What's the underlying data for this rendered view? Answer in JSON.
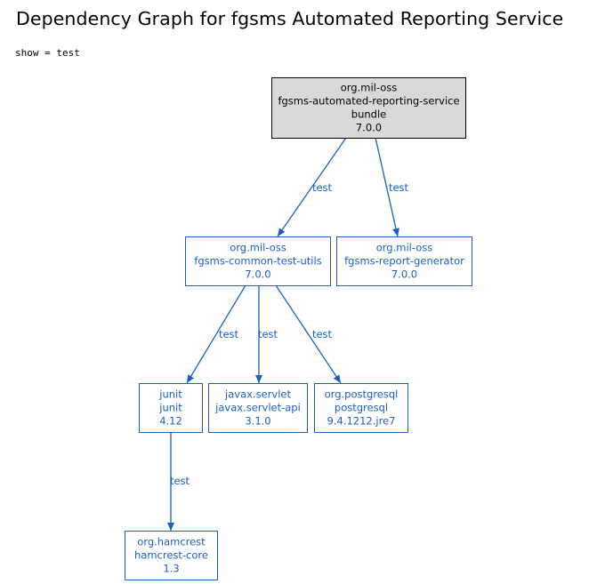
{
  "page": {
    "title": "Dependency Graph for fgsms Automated Reporting Service",
    "filter": "show = test"
  },
  "colors": {
    "root_fill": "#d9d9d9",
    "root_stroke": "#000000",
    "root_text": "#000000",
    "node_fill": "#ffffff",
    "node_stroke": "#1a5fc4",
    "node_text": "#1a5fc4",
    "edge": "#1a5fc4",
    "edge_label": "#1a5fc4"
  },
  "graph": {
    "nodes": [
      {
        "id": "root",
        "name": "node-root",
        "root": true,
        "lines": [
          "org.mil-oss",
          "fgsms-automated-reporting-service",
          "bundle",
          "7.0.0"
        ]
      },
      {
        "id": "common_test_utils",
        "name": "node-fgsms-common-test-utils",
        "lines": [
          "org.mil-oss",
          "fgsms-common-test-utils",
          "7.0.0"
        ]
      },
      {
        "id": "report_generator",
        "name": "node-fgsms-report-generator",
        "lines": [
          "org.mil-oss",
          "fgsms-report-generator",
          "7.0.0"
        ]
      },
      {
        "id": "junit",
        "name": "node-junit",
        "lines": [
          "junit",
          "junit",
          "4.12"
        ]
      },
      {
        "id": "servlet",
        "name": "node-javax-servlet-api",
        "lines": [
          "javax.servlet",
          "javax.servlet-api",
          "3.1.0"
        ]
      },
      {
        "id": "postgresql",
        "name": "node-postgresql",
        "lines": [
          "org.postgresql",
          "postgresql",
          "9.4.1212.jre7"
        ]
      },
      {
        "id": "hamcrest",
        "name": "node-hamcrest-core",
        "lines": [
          "org.hamcrest",
          "hamcrest-core",
          "1.3"
        ]
      }
    ],
    "edges": [
      {
        "from": "root",
        "to": "common_test_utils",
        "label": "test"
      },
      {
        "from": "root",
        "to": "report_generator",
        "label": "test"
      },
      {
        "from": "common_test_utils",
        "to": "junit",
        "label": "test"
      },
      {
        "from": "common_test_utils",
        "to": "servlet",
        "label": "test"
      },
      {
        "from": "common_test_utils",
        "to": "postgresql",
        "label": "test"
      },
      {
        "from": "junit",
        "to": "hamcrest",
        "label": "test"
      }
    ]
  }
}
